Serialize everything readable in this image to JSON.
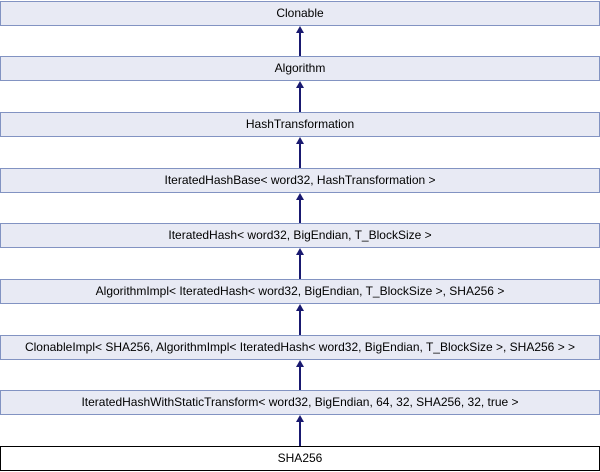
{
  "diagram": {
    "title": "Inheritance diagram for SHA256",
    "colors": {
      "box_fill": "#e8eaf4",
      "box_border": "#8293c2",
      "focus_fill": "#ffffff",
      "focus_border": "#000000",
      "arrow": "#191970",
      "text": "#000000"
    },
    "arrow_direction": "up",
    "nodes": [
      {
        "label": "Clonable",
        "role": "base"
      },
      {
        "label": "Algorithm",
        "role": "base"
      },
      {
        "label": "HashTransformation",
        "role": "base"
      },
      {
        "label": "IteratedHashBase< word32, HashTransformation >",
        "role": "base"
      },
      {
        "label": "IteratedHash< word32, BigEndian, T_BlockSize >",
        "role": "base"
      },
      {
        "label": "AlgorithmImpl< IteratedHash< word32, BigEndian, T_BlockSize >, SHA256 >",
        "role": "base"
      },
      {
        "label": "ClonableImpl< SHA256, AlgorithmImpl< IteratedHash< word32, BigEndian, T_BlockSize >, SHA256 > >",
        "role": "base"
      },
      {
        "label": "IteratedHashWithStaticTransform< word32, BigEndian, 64, 32, SHA256, 32, true >",
        "role": "base"
      },
      {
        "label": "SHA256",
        "role": "focus"
      }
    ]
  }
}
